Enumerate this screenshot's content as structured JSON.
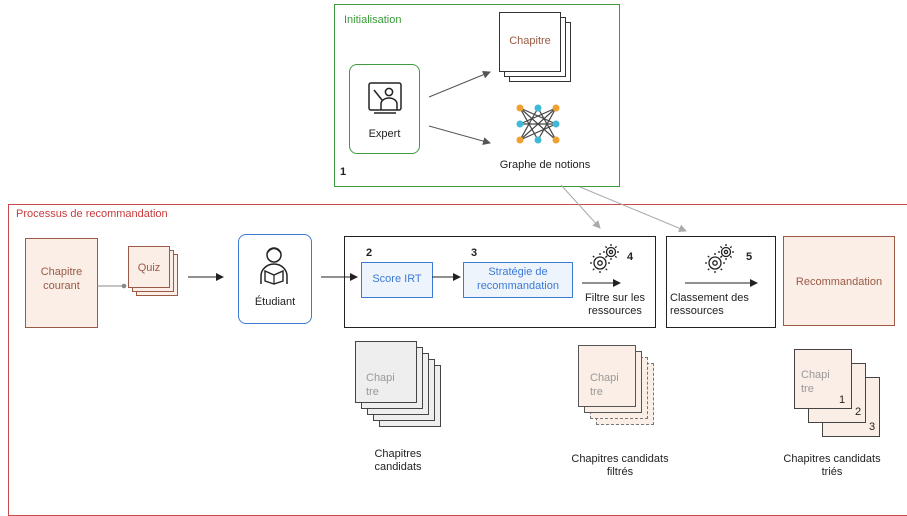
{
  "initialisation": {
    "title": "Initialisation",
    "expert_label": "Expert",
    "chapitre_label": "Chapitre",
    "graphe_label": "Graphe de notions",
    "step_number": "1"
  },
  "recommendation": {
    "title": "Processus de recommandation",
    "chapitre_courant": [
      "Chapitre",
      "courant"
    ],
    "quiz_label": "Quiz",
    "etudiant_label": "Étudiant",
    "step2_number": "2",
    "score_irt": "Score IRT",
    "step3_number": "3",
    "strategie": [
      "Stratégie de",
      "recommandation"
    ],
    "step4_number": "4",
    "filtre": [
      "Filtre sur les",
      "ressources"
    ],
    "step5_number": "5",
    "classement": [
      "Classement des",
      "ressources"
    ],
    "recommandation_label": "Recommandation"
  },
  "stacks": {
    "candidats": {
      "card_text": [
        "Chapi",
        "tre"
      ],
      "caption": [
        "Chapitres",
        "candidats"
      ]
    },
    "filtres": {
      "card_text": [
        "Chapi",
        "tre"
      ],
      "caption": [
        "Chapitres candidats",
        "filtrés"
      ]
    },
    "tries": {
      "card_text": [
        "Chapi",
        "tre"
      ],
      "ranks": [
        "1",
        "2",
        "3"
      ],
      "caption": [
        "Chapitres candidats",
        "triés"
      ]
    }
  },
  "colors": {
    "green": "#3f9a3f",
    "red": "#c84a4a",
    "brown": "#9a5a45",
    "blue": "#3c7ad6",
    "blue_fill": "#eef4fc",
    "peach": "#fbeee6",
    "gray_fill": "#eeeeee"
  }
}
